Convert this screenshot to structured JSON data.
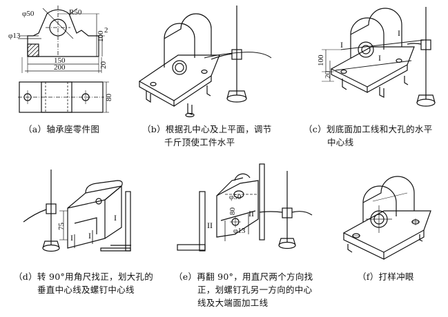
{
  "panels": {
    "a": {
      "caption": [
        "（a）轴承座零件图"
      ],
      "dims": {
        "phi50": "φ50",
        "r50": "R50",
        "phi13": "φ13",
        "d2": "2",
        "d100": "100",
        "d150": "150",
        "d20": "20",
        "d200": "200",
        "d80": "80"
      }
    },
    "b": {
      "caption": [
        "（b）根据孔中心及上平面，调节",
        "千斤顶使工件水平"
      ]
    },
    "c": {
      "caption": [
        "（c）划底面加工线和大孔的水平",
        "中心线"
      ],
      "labels": {
        "I_left": "I",
        "I_right": "I",
        "I_low": "I",
        "d100": "100",
        "d20": "20"
      }
    },
    "d": {
      "caption": [
        "（d）转 90°用角尺找正，划大孔的",
        "垂直中心线及螺钉中心线"
      ],
      "labels": {
        "d75": "75",
        "I_front": "I",
        "I_mid": "I",
        "I_right": "I"
      }
    },
    "e": {
      "caption": [
        "（e）再翻 90°，用直尺两个方向找",
        "正，划螺钉孔另一方向的中心",
        "线及大端面加工线"
      ],
      "labels": {
        "phi50": "φ50",
        "d80": "80",
        "phi13": "φ13",
        "II_left": "II",
        "II_right": "II"
      }
    },
    "f": {
      "caption": [
        "（f）打样冲眼"
      ]
    }
  }
}
